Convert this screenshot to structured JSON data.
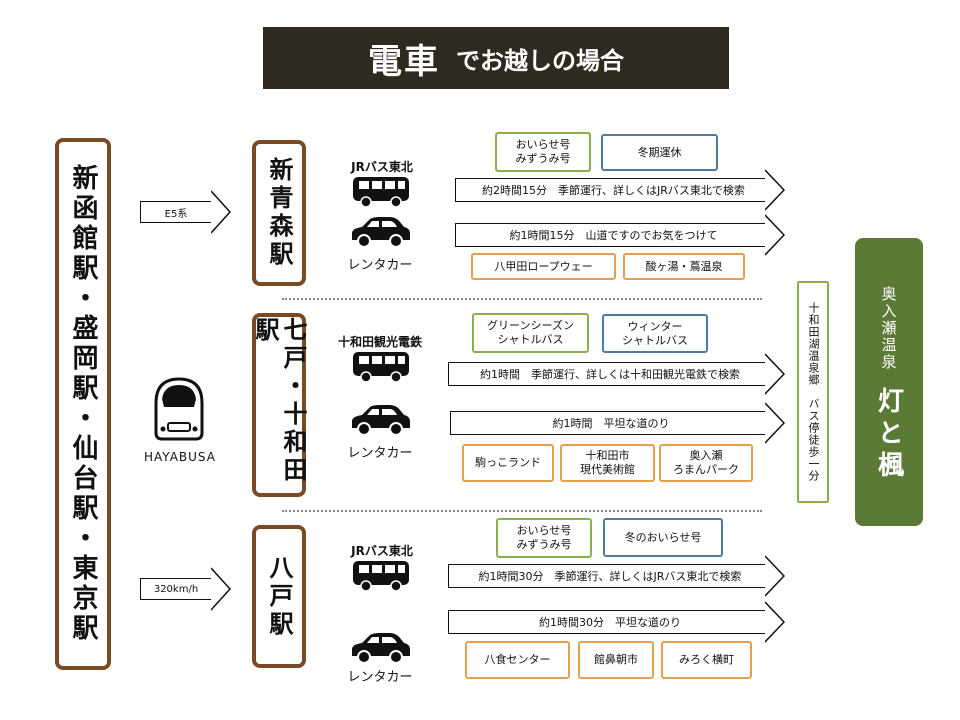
{
  "title": {
    "main": "電車",
    "sub": "でお越しの場合"
  },
  "origin": {
    "label": "新函館駅・盛岡駅・仙台駅・東京駅"
  },
  "train": {
    "label": "HAYABUSA",
    "icon": "shinkansen-icon"
  },
  "lines": [
    {
      "train_line_label": "E5系",
      "station": "新青森駅",
      "bus_operator": "JRバス東北",
      "bus_route": "約2時間15分　季節運行、詳しくはJRバス東北で検索",
      "car_label": "レンタカー",
      "car_route": "約1時間15分　山道ですのでお気をつけて",
      "bus_tags": [
        {
          "text": "おいらせ号\nみずうみ号",
          "color": "green"
        },
        {
          "text": "冬期運休",
          "color": "blue"
        }
      ],
      "spots": [
        "八甲田ロープウェー",
        "酸ヶ湯・蔦温泉"
      ]
    },
    {
      "train_line_label": "",
      "station": "七戸・十和田駅",
      "bus_operator": "十和田観光電鉄",
      "bus_route": "約1時間　季節運行、詳しくは十和田観光電鉄で検索",
      "car_label": "レンタカー",
      "car_route": "約1時間　平坦な道のり",
      "bus_tags": [
        {
          "text": "グリーンシーズン\nシャトルバス",
          "color": "green"
        },
        {
          "text": "ウィンター\nシャトルバス",
          "color": "blue"
        }
      ],
      "spots": [
        "駒っこランド",
        "十和田市\n現代美術館",
        "奥入瀬\nろまんパーク"
      ]
    },
    {
      "train_line_label": "320km/h",
      "station": "八戸駅",
      "bus_operator": "JRバス東北",
      "bus_route": "約1時間30分　季節運行、詳しくはJRバス東北で検索",
      "car_label": "レンタカー",
      "car_route": "約1時間30分　平坦な道のり",
      "bus_tags": [
        {
          "text": "おいらせ号\nみずうみ号",
          "color": "green"
        },
        {
          "text": "冬のおいらせ号",
          "color": "blue"
        }
      ],
      "spots": [
        "八食センター",
        "館鼻朝市",
        "みろく横町"
      ]
    }
  ],
  "walk": {
    "text": "十和田湖温泉郷　バス停徒歩一分"
  },
  "destination": {
    "small": "奥入瀬温泉",
    "large": "灯と楓"
  },
  "colors": {
    "frame_brown": "#7a4a25",
    "green": "#8ab04e",
    "blue": "#4e7aa6",
    "orange": "#e4a050",
    "dest_green": "#5b7a36",
    "title_bg": "#2f2a20"
  }
}
